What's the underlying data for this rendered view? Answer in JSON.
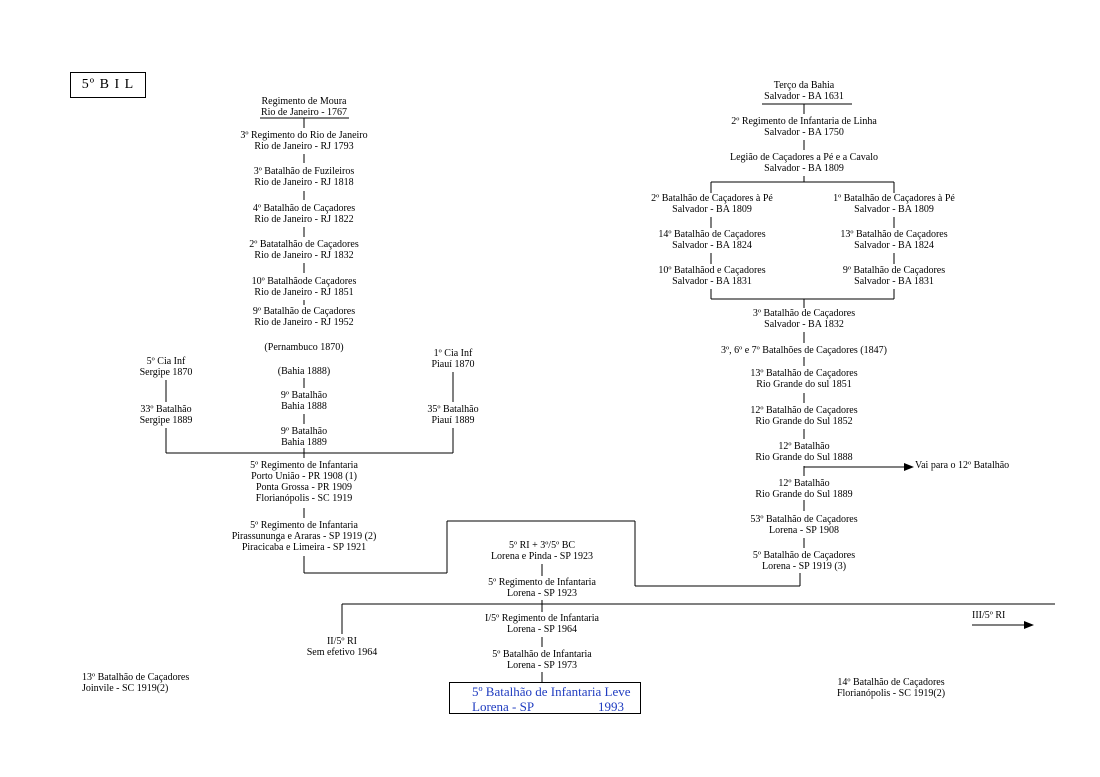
{
  "badge": "5º B I L",
  "left": [
    [
      "Regimento de Moura",
      "Rio de Janeiro - 1767"
    ],
    [
      "3º Regimento do Rio de Janeiro",
      "Rio de Janeiro - RJ        1793"
    ],
    [
      "3º Batalhão de Fuzileiros",
      "Rio de Janeiro - RJ   1818"
    ],
    [
      "4º Batalhão de Caçadores",
      "Rio de Janeiro - RJ   1822"
    ],
    [
      "2º Batatalhão de Caçadores",
      "Rio de Janeiro - RJ   1832"
    ],
    [
      "10º Batalhãode Caçadores",
      "Rio de Janeiro - RJ   1851"
    ],
    [
      "9º Batalhão de Caçadores",
      "Rio de Janeiro - RJ   1952"
    ],
    [
      "(Pernambuco 1870)"
    ],
    [
      "(Bahia 1888)"
    ],
    [
      "9º Batalhão",
      "Bahia   1888"
    ],
    [
      "9º Batalhão",
      "Bahia 1889"
    ],
    [
      "5º Cia Inf",
      "Sergipe   1870"
    ],
    [
      "33º Batalhão",
      "Sergipe   1889"
    ],
    [
      "1º Cia Inf",
      "Piauí   1870"
    ],
    [
      "35º Batalhão",
      "Piauí   1889"
    ],
    [
      "5º Regimento de Infantaria",
      "Porto União - PR   1908 (1)",
      "Ponta Grossa - PR       1909",
      "Florianópolis - SC     1919"
    ],
    [
      "5º Regimento de Infantaria",
      "Pirassununga e Araras - SP 1919 (2)",
      "Piracicaba e Limeira - SP     1921"
    ]
  ],
  "right": [
    [
      "Terço da Bahia",
      "Salvador - BA 1631"
    ],
    [
      "2º Regimento de Infantaria de Linha",
      "Salvador  -  BA                1750"
    ],
    [
      "Legião de Caçadores a Pé e a Cavalo",
      "Salvador - BA              1809"
    ],
    [
      "2º Batalhão de Caçadores à Pé",
      "Salvador  -  BA          1809"
    ],
    [
      "1º Batalhão de Caçadores à Pé",
      "Salvador  -  BA          1809"
    ],
    [
      "14º Batalhão de Caçadores",
      "Salvador  -  BA        1824"
    ],
    [
      "13º Batalhão de Caçadores",
      "Salvador  -  BA        1824"
    ],
    [
      "10º Batalhãod e Caçadores",
      "Salvador  -  BA        1831"
    ],
    [
      "9º Batalhão de Caçadores",
      "Salvador  -  BA        1831"
    ],
    [
      "3º Batalhão de Caçadores",
      "Salvador - BA      1832"
    ],
    [
      "3º, 6º e 7º Batalhões de Caçadores (1847)"
    ],
    [
      "13º Batalhão de Caçadores",
      "Rio Grande do sul     1851"
    ],
    [
      "12º Batalhão de Caçadores",
      "Rio Grande do Sul     1852"
    ],
    [
      "12º Batalhão",
      "Rio Grande do Sul 1888"
    ],
    [
      "12º Batalhão",
      "Rio Grande do Sul 1889"
    ],
    [
      "53º Batalhão de Caçadores",
      "Lorena - SP               1908"
    ],
    [
      "5º Batalhão de Caçadores",
      "Lorena - SP          1919 (3)"
    ]
  ],
  "center": [
    [
      "5º RI + 3º/5º BC",
      "Lorena e Pinda - SP 1923"
    ],
    [
      "5º Regimento de Infantaria",
      "Lorena  -  SP           1923"
    ],
    [
      "I/5º Regimento de Infantaria",
      "Lorena  -  SP              1964"
    ],
    [
      "5º Batalhão de Infantaria",
      "Lorena  -  SP         1973"
    ],
    [
      "II/5º RI",
      "Sem efetivo 1964"
    ]
  ],
  "arrows": [
    "Vai para o 12º Batalhão",
    "III/5º RI"
  ],
  "final": {
    "name": "5º Batalhão de Infantaria Leve",
    "location": "Lorena  -  SP",
    "year": "1993",
    "color": "#1f3cc0"
  },
  "notes": [
    [
      "13º Batalhão de Caçadores",
      "Joinvile - SC          1919(2)"
    ],
    [
      "14º Batalhão de Caçadores",
      "Florianópolis - SC  1919(2)"
    ]
  ]
}
